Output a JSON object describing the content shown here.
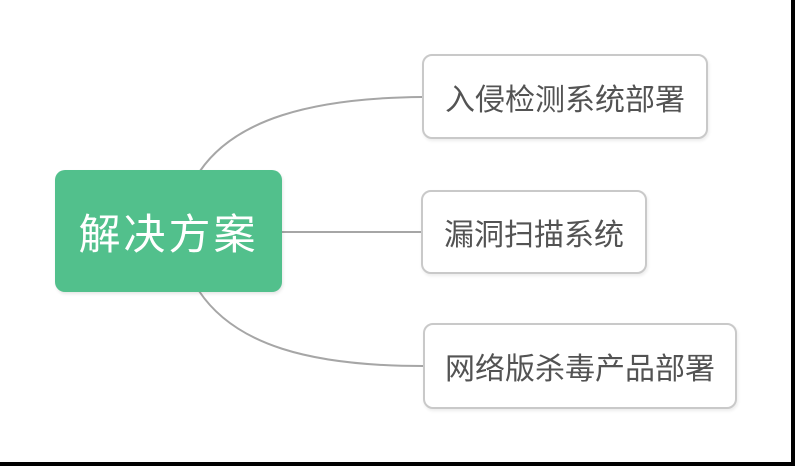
{
  "diagram": {
    "type": "mindmap",
    "root": {
      "label": "解决方案"
    },
    "children": [
      {
        "label": "入侵检测系统部署"
      },
      {
        "label": "漏洞扫描系统"
      },
      {
        "label": "网络版杀毒产品部署"
      }
    ],
    "colors": {
      "root_bg": "#52C08C",
      "root_text": "#FFFFFF",
      "child_bg": "#FFFFFF",
      "child_border": "#C9C9C9",
      "child_text": "#535353",
      "connector": "#A6A6A6",
      "canvas_bg": "#FFFFFF",
      "edge_bar": "#000000"
    }
  }
}
